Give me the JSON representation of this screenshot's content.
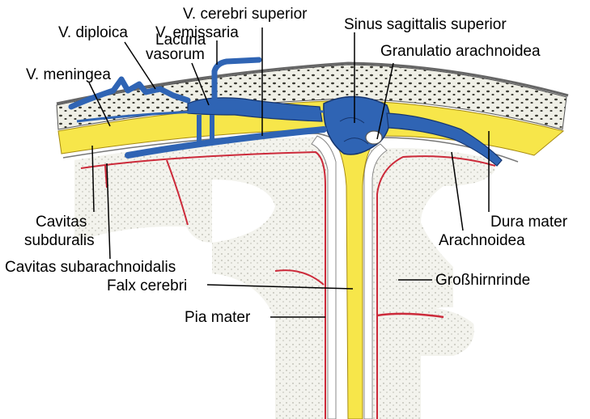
{
  "figure": {
    "labels": {
      "v_diploica": "V. diploica",
      "v_emissaria": "V. emissaria",
      "v_cerebri_superior": "V. cerebri superior",
      "sinus_sagittalis_superior": "Sinus sagittalis superior",
      "lacuna_vasorum_1": "Lacuna",
      "lacuna_vasorum_2": "vasorum",
      "granulatio_arachnoidea": "Granulatio arachnoidea",
      "v_meningea": "V. meningea",
      "cavitas_subduralis_1": "Cavitas",
      "cavitas_subduralis_2": "subduralis",
      "cavitas_subarachnoidalis": "Cavitas subarachnoidalis",
      "falx_cerebri": "Falx cerebri",
      "pia_mater": "Pia mater",
      "dura_mater": "Dura mater",
      "arachnoidea": "Arachnoidea",
      "grosshirnrinde": "Großhirnrinde"
    },
    "colors": {
      "bone": "#efefe6",
      "bone_pores": "#3a3a32",
      "dura": "#f7e64a",
      "vein": "#2f64b4",
      "vein_outline": "#16356e",
      "artery": "#cc2a3a",
      "cortex": "#f2f2ec",
      "cortex_dots": "#9a9a8e",
      "subarachnoid": "#ffffff"
    }
  }
}
